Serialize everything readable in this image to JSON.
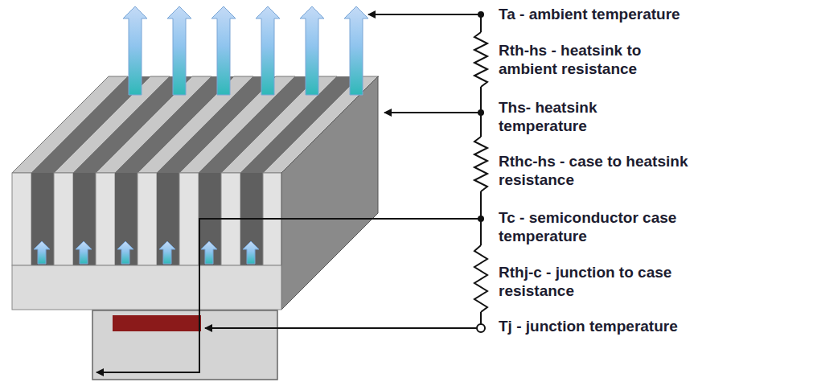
{
  "diagram": {
    "labels": [
      "Ta - ambient temperature",
      "Rth-hs - heatsink to ambient resistance",
      "Ths- heatsink temperature",
      "Rthc-hs - case to heatsink resistance",
      "Tc - semiconductor case temperature",
      "Rthj-c - junction to case resistance",
      "Tj - junction temperature"
    ]
  }
}
